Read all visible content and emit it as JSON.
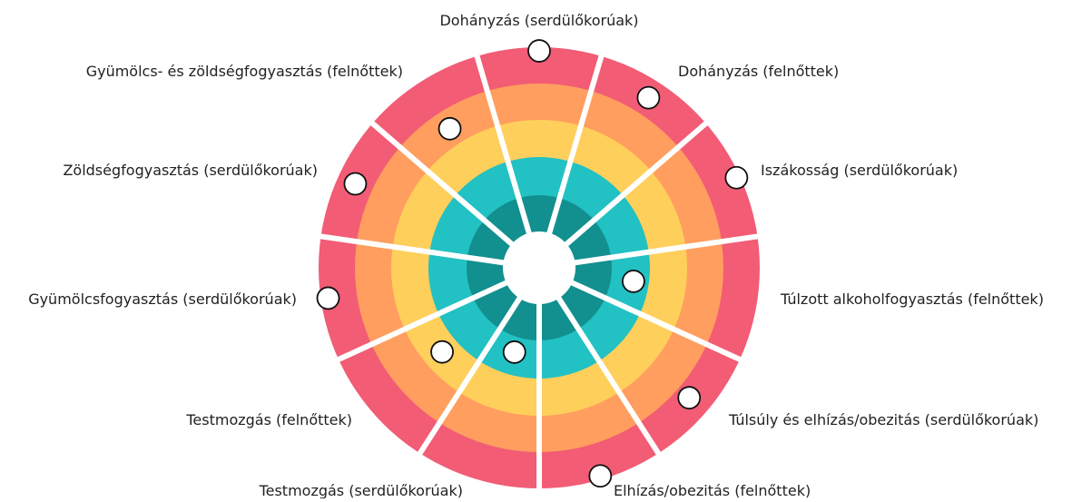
{
  "chart_data": {
    "type": "radial",
    "title": "",
    "rings": [
      {
        "level": 1,
        "color": "#128f8f"
      },
      {
        "level": 2,
        "color": "#22c1c3"
      },
      {
        "level": 3,
        "color": "#ffcf5c"
      },
      {
        "level": 4,
        "color": "#ff9e5e"
      },
      {
        "level": 5,
        "color": "#f25c75"
      }
    ],
    "scale_max": 5,
    "categories": [
      "Dohányzás (serdülőkorúak)",
      "Dohányzás (felnőttek)",
      "Iszákosság (serdülőkorúak)",
      "Túlzott alkoholfogyasztás (felnőttek)",
      "Túlsúly és elhízás/obezitás (serdülőkorúak)",
      "Elhízás/obezitás (felnőttek)",
      "Testmozgás (serdülőkorúak)",
      "Testmozgás (felnőttek)",
      "Gyümölcsfogyasztás (serdülőkorúak)",
      "Zöldségfogyasztás (serdülőkorúak)",
      "Gyümölcs- és zöldségfogyasztás (felnőttek)"
    ],
    "values": [
      4.9,
      4.5,
      4.9,
      1.6,
      4.4,
      4.9,
      1.4,
      2.5,
      4.8,
      4.5,
      3.5
    ],
    "marker_color": "#ffffff",
    "marker_stroke": "#111111",
    "separator_color": "#ffffff"
  }
}
